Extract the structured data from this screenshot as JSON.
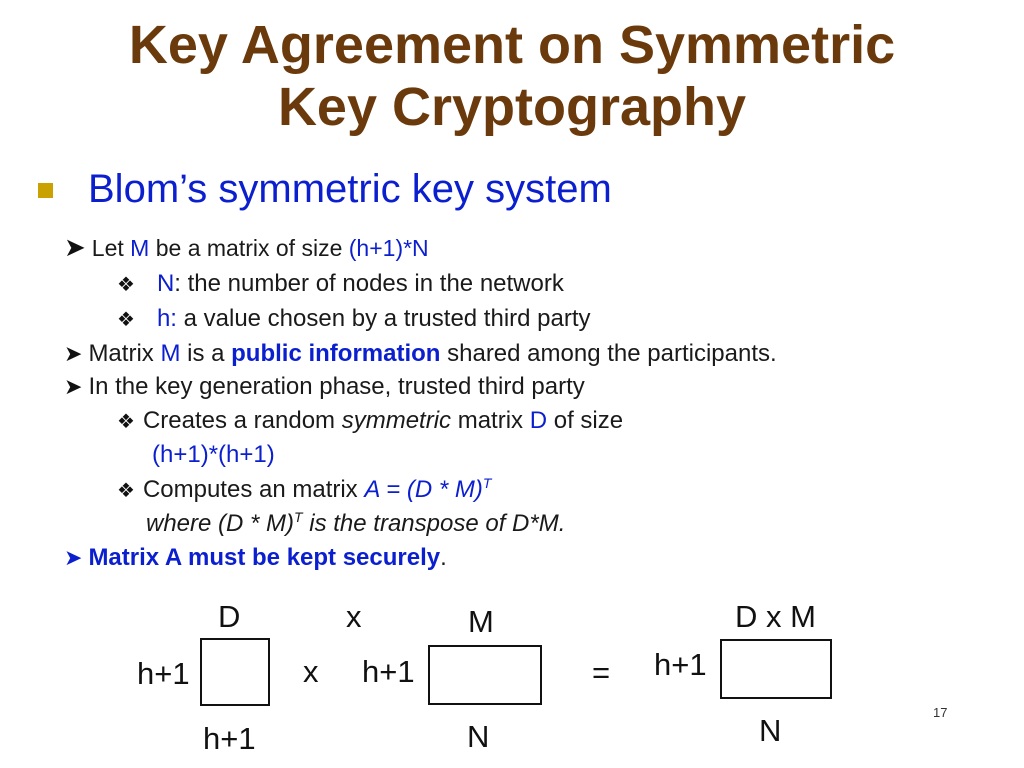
{
  "slide": {
    "title_line1": "Key Agreement on Symmetric",
    "title_line2": "Key Cryptography",
    "main_bullet": "Blom’s symmetric key system",
    "page_number": "17"
  },
  "body": {
    "l1": {
      "a": "Let ",
      "b": "M",
      "c": " be a matrix of size ",
      "d": "(h+1)*N"
    },
    "l2": {
      "a": "N",
      "b": ": the number of nodes in the network"
    },
    "l3": {
      "a": "h:",
      "b": " a value chosen by a trusted third party"
    },
    "l4": {
      "a": "Matrix ",
      "b": "M",
      "c": " is a ",
      "d": "public information",
      "e": " shared among the participants."
    },
    "l5": {
      "a": "In the key generation phase, trusted third party"
    },
    "l6": {
      "a": "Creates a random ",
      "b": "symmetric",
      "c": " matrix ",
      "d": "D",
      "e": " of size"
    },
    "l7": {
      "a": "(h+1)*(h+1)"
    },
    "l8": {
      "a": "Computes an matrix ",
      "b": "A = (D * M)",
      "c": "T"
    },
    "l9": {
      "a": "where (D * M)",
      "b": "T",
      "c": " is the transpose of  D*M."
    },
    "l10": {
      "a": "Matrix A must be kept securely",
      "b": "."
    }
  },
  "diagram": {
    "d_label": "D",
    "x_top": "x",
    "m_label": "M",
    "dxm_label": "D x M",
    "h1_left": "h+1",
    "x_mid": "x",
    "h1_middle": "h+1",
    "equals": "=",
    "h1_right": "h+1",
    "h1_bottom": "h+1",
    "n_middle": "N",
    "n_right": "N"
  },
  "icons": {
    "square_bullet": "square-bullet-icon",
    "arrow_bullet": "arrow-bullet-icon",
    "diamond_bullet": "diamond-bullet-icon"
  },
  "colors": {
    "title": "#6b3a0c",
    "accent_blue": "#0b1fcf",
    "bullet_gold": "#c9a100"
  }
}
